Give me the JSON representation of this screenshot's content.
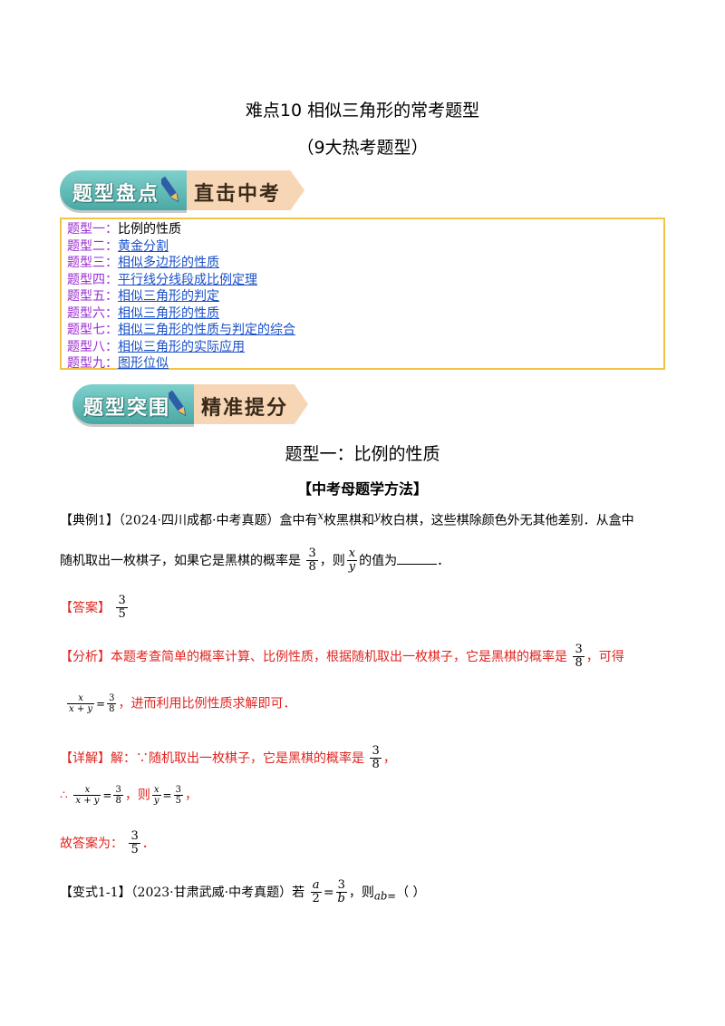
{
  "doc": {
    "title": "难点10  相似三角形的常考题型",
    "subtitle": "（9大热考题型）"
  },
  "banner1": {
    "left": "题型盘点",
    "right": "直击中考"
  },
  "banner2": {
    "left": "题型突围",
    "right": "精准提分"
  },
  "toc": [
    {
      "label": "题型一：",
      "text": "比例的性质",
      "linked": false
    },
    {
      "label": "题型二：",
      "text": "黄金分割",
      "linked": true
    },
    {
      "label": "题型三：",
      "text": "相似多边形的性质",
      "linked": true
    },
    {
      "label": "题型四：",
      "text": "平行线分线段成比例定理",
      "linked": true
    },
    {
      "label": "题型五：",
      "text": "相似三角形的判定",
      "linked": true
    },
    {
      "label": "题型六：",
      "text": "相似三角形的性质",
      "linked": true
    },
    {
      "label": "题型七：",
      "text": "相似三角形的性质与判定的综合",
      "linked": true
    },
    {
      "label": "题型八：",
      "text": "相似三角形的实际应用",
      "linked": true
    },
    {
      "label": "题型九：",
      "text": "图形位似",
      "linked": true
    }
  ],
  "section": {
    "title": "题型一：比例的性质",
    "method": "【中考母题学方法】"
  },
  "example1": {
    "tag": "【典例1】",
    "source": "（2024·四川成都·中考真题）",
    "text_a": "盒中有",
    "var_x": "x",
    "text_b": "枚黑棋和",
    "var_y": "y",
    "text_c": "枚白棋，这些棋除颜色外无其他差别．从盒中",
    "line2_a": "随机取出一枚棋子，如果它是黑棋的概率是",
    "frac_num": "3",
    "frac_den": "8",
    "line2_b": "，则",
    "line2_c": "的值为",
    "line2_end": "．"
  },
  "answer": {
    "tag": "【答案】",
    "num": "3",
    "den": "5"
  },
  "analysis": {
    "tag": "【分析】",
    "text": "本题考查简单的概率计算、比例性质，根据随机取出一枚棋子，它是黑棋的概率是",
    "text_end": "，可得",
    "eq_num": "x",
    "eq_den": "x + y",
    "eq_sign": "=",
    "line2": "，进而利用比例性质求解即可．"
  },
  "detail": {
    "tag": "【详解】",
    "text": "解：∵随机取出一枚棋子，它是黑棋的概率是",
    "comma": "，",
    "therefore": "∴",
    "then": "，则",
    "ans_prefix": "故答案为：",
    "period": "．"
  },
  "variant": {
    "tag": "【变式1-1】",
    "source": "（2023·甘肃武威·中考真题）若",
    "a": "a",
    "two": "2",
    "eq": "=",
    "three": "3",
    "b": "b",
    "then": "，则",
    "ab": "ab",
    "eq2": "=",
    "paren": "（                  ）"
  },
  "colors": {
    "accent_red": "#e0241f",
    "toc_label": "#9b2bd1",
    "toc_link": "#1a50c8",
    "toc_border": "#f3c343"
  }
}
